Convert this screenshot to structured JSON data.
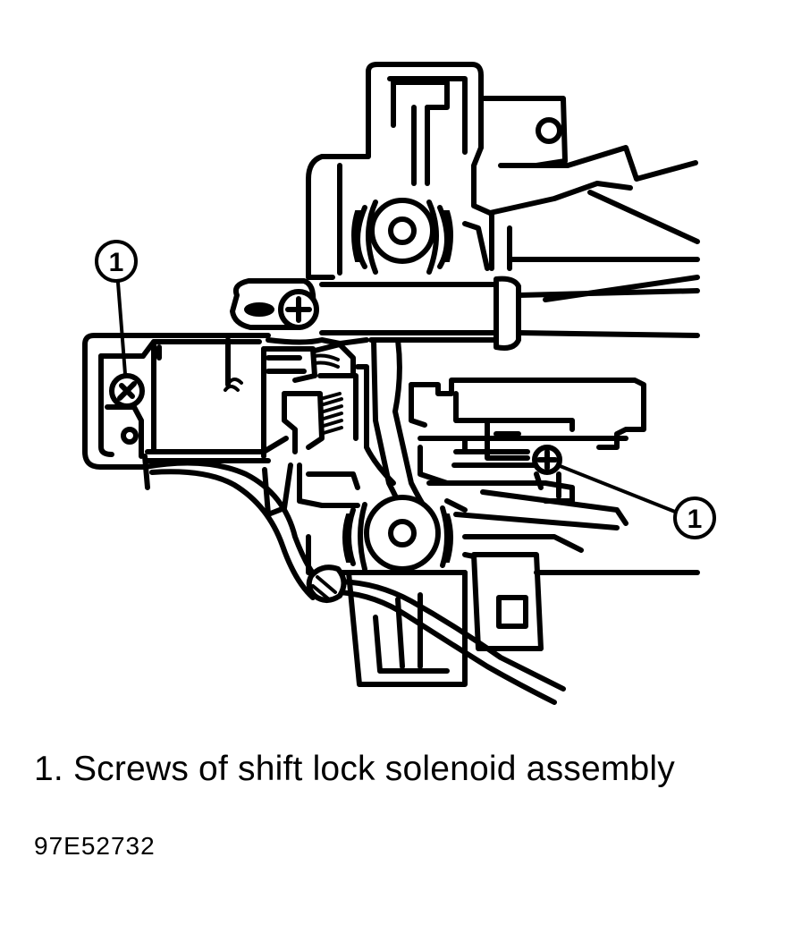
{
  "diagram": {
    "callouts": [
      {
        "number": "1"
      },
      {
        "number": "1"
      }
    ]
  },
  "legend": {
    "items": [
      {
        "text": "1. Screws of shift lock solenoid assembly"
      }
    ]
  },
  "figure_id": "97E52732"
}
